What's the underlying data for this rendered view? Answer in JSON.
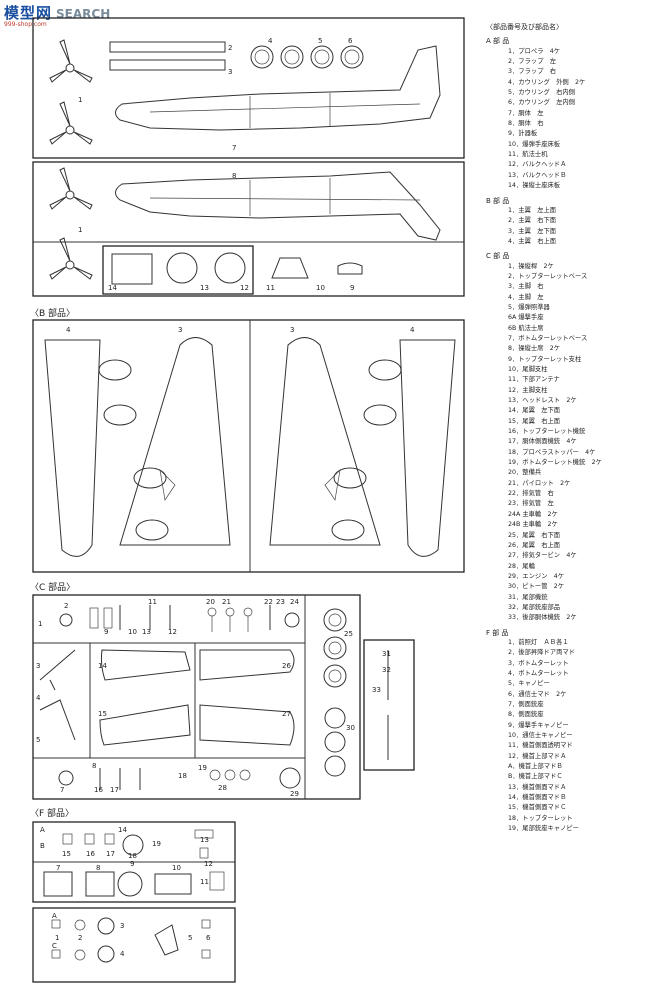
{
  "watermark": {
    "logo": "模型网",
    "search": "SEARCH",
    "url": "999-shop.com"
  },
  "sections": {
    "a": "",
    "b": "〈B 部品〉",
    "c": "〈C 部品〉",
    "f": "〈F 部品〉"
  },
  "sprue_a_labels": [
    "1",
    "2",
    "3",
    "4",
    "5",
    "6",
    "7",
    "8",
    "1",
    "14",
    "13",
    "12",
    "11",
    "10",
    "9"
  ],
  "sprue_b_labels": [
    "4",
    "3",
    "3",
    "4"
  ],
  "sprue_c_labels": [
    "2",
    "1",
    "3",
    "4",
    "5",
    "7",
    "8",
    "9",
    "10",
    "11",
    "12",
    "13",
    "14",
    "15",
    "16",
    "17",
    "18",
    "19",
    "20",
    "21",
    "22",
    "23",
    "24",
    "25",
    "26",
    "27",
    "28",
    "29",
    "30",
    "31",
    "32",
    "33"
  ],
  "sprue_f_labels": [
    "A",
    "B",
    "15",
    "16",
    "17",
    "14",
    "18",
    "19",
    "13",
    "12",
    "7",
    "8",
    "9",
    "10",
    "11",
    "A",
    "C",
    "1",
    "2",
    "3",
    "4",
    "5",
    "6"
  ],
  "parts_list": {
    "title": "〈部品番号及び部品名〉",
    "groups": [
      {
        "name": "A 部 品",
        "items": [
          "1．プロペラ　4ケ",
          "2．フラップ　左",
          "3．フラップ　右",
          "4．カウリング　外側　2ケ",
          "5．カウリング　右内側",
          "6．カウリング　左内側",
          "7．胴体　左",
          "8．胴体　右",
          "9．計器板",
          "10．爆弾手座床板",
          "11．航法士机",
          "12．バルクヘッドＡ",
          "13．バルクヘッドＢ",
          "14．操縦士座床板"
        ]
      },
      {
        "name": "B 部 品",
        "items": [
          "1．主翼　左上面",
          "2．主翼　右下面",
          "3．主翼　左下面",
          "4．主翼　右上面"
        ]
      },
      {
        "name": "C 部 品",
        "items": [
          "1．操縦桿　2ケ",
          "2．トップターレットベース",
          "3．主脚　右",
          "4．主脚　左",
          "5．爆弾照準器",
          "6A 爆撃手座",
          "6B 航法士席",
          "7．ボトムターレットベース",
          "8．操縦士席　2ケ",
          "9．トップターレット支柱",
          "10．尾脚支柱",
          "11．下部アンテナ",
          "12．主脚支柱",
          "13．ヘッドレスト　2ケ",
          "14．尾翼　左下面",
          "15．尾翼　右上面",
          "16．トップターレット機銃",
          "17．胴体側面機銃　4ケ",
          "18．プロペラストッパー　4ケ",
          "19．ボトムターレット機銃　2ケ",
          "20．整備兵",
          "21．パイロット　2ケ",
          "22．排気管　右",
          "23．排気管　左",
          "24A 主車輪　2ケ",
          "24B 主車輪　2ケ",
          "25．尾翼　右下面",
          "26．尾翼　右上面",
          "27．排気タービン　4ケ",
          "28．尾輪",
          "29．エンジン　4ケ",
          "30．ピトー管　2ケ",
          "31．尾部機銃",
          "32．尾部銃座部品",
          "33．後部胴体機銃　2ケ"
        ]
      },
      {
        "name": "F 部 品",
        "items": [
          "1．前照灯　ＡＢ各１",
          "2．後部昇降ドア両マド",
          "3．ボトムターレット",
          "4．ボトムターレット",
          "5．キャノピー",
          "6．通信士マド　2ケ",
          "7．側面銃座",
          "8．側面銃座",
          "9．爆撃手キャノピー",
          "10．通信士キャノピー",
          "11．機首側面透明マド",
          "12．機首上部マドＡ",
          "A．機首上部マドＢ",
          "B．機首上部マドＣ",
          "13．機首側面マドＡ",
          "14．機首側面マドＢ",
          "15．機首側面マドＣ",
          "18．トップターレット",
          "19．尾部銃座キャノピー"
        ]
      }
    ]
  }
}
